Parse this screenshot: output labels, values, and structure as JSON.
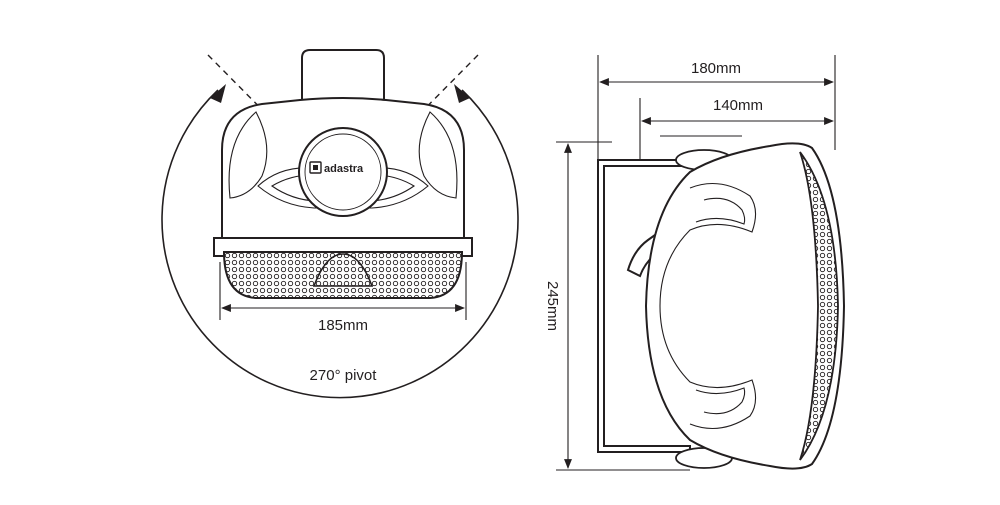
{
  "brand": {
    "logo_text": "adastra"
  },
  "front_view": {
    "width_label": "185mm",
    "pivot_label": "270° pivot"
  },
  "side_view": {
    "depth_label": "180mm",
    "bracket_depth_label": "140mm",
    "height_label": "245mm"
  },
  "colors": {
    "line": "#231f20",
    "background": "#ffffff"
  }
}
